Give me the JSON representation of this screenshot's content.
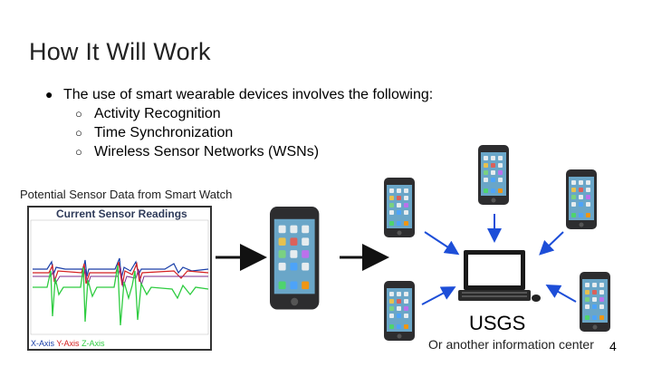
{
  "slide": {
    "title": "How It Will Work",
    "bullets": [
      {
        "text": "The use of smart wearable devices involves the following:",
        "sub": [
          "Activity Recognition",
          "Time Synchronization",
          "Wireless Sensor Networks (WSNs)"
        ]
      }
    ],
    "caption": "Potential Sensor Data from Smart Watch",
    "sensor_panel": {
      "title": "Current Sensor Readings",
      "legend": [
        {
          "label": "X-Axis",
          "color": "#1a3fa8"
        },
        {
          "label": "Y-Axis",
          "color": "#d42020"
        },
        {
          "label": "Z-Axis",
          "color": "#2ecc40"
        }
      ]
    },
    "usgs_label": "USGS",
    "other_label": "Or another information center",
    "page_number": "4",
    "icons": [
      "phone-icon",
      "laptop-icon",
      "mouse-icon",
      "arrow-icon"
    ],
    "colors": {
      "arrow_blue": "#1d4ed8",
      "arrow_black": "#111111"
    }
  }
}
